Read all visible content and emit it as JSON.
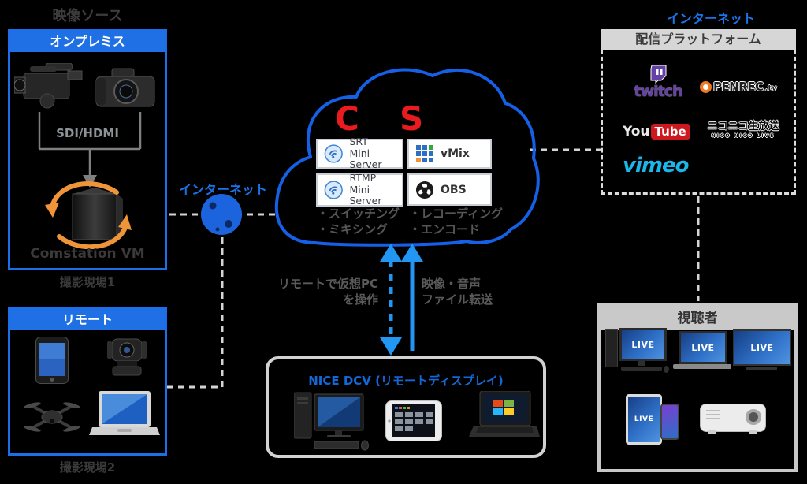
{
  "colors": {
    "accent_blue": "#1c6fe8",
    "arrow_blue": "#2196f3",
    "logo_red": "#ea1b1e",
    "sync_orange": "#f0943a",
    "vimeo_blue": "#1ab7ea",
    "twitch_purple": "#6441a4",
    "youtube_red": "#cc181e",
    "openrec_orange": "#f07a21"
  },
  "left": {
    "title": "映像ソース",
    "onprem": {
      "header": "オンプレミス",
      "cable_label": "SDI/HDMI",
      "server_label": "Comstation VM",
      "caption": "撮影現場1"
    },
    "remote": {
      "header": "リモート",
      "caption": "撮影現場2"
    },
    "internet_label": "インターネット"
  },
  "cloud": {
    "letter_c": "C",
    "letter_s": "S",
    "services": [
      {
        "line1": "SRT",
        "line2": "Mini Server"
      },
      {
        "line1": "vMix",
        "line2": ""
      },
      {
        "line1": "RTMP",
        "line2": "Mini Server"
      },
      {
        "line1": "OBS",
        "line2": ""
      }
    ],
    "functions_left": [
      "・スイッチング",
      "・ミキシング"
    ],
    "functions_right": [
      "・レコーディング",
      "・エンコード"
    ]
  },
  "connections": {
    "remote_control_line1": "リモートで仮想PC",
    "remote_control_line2": "を操作",
    "transfer_line1": "映像・音声",
    "transfer_line2": "ファイル転送"
  },
  "nice_dcv": {
    "title": "NICE DCV (リモートディスプレイ)"
  },
  "platform": {
    "internet_label": "インターネット",
    "header": "配信プラットフォーム",
    "twitch_label": "twitch",
    "openrec_label": "PENREC",
    "openrec_suffix": ".tv",
    "youtube_you": "You",
    "youtube_tube": "Tube",
    "niconico_label": "ニコニコ生放送",
    "niconico_sub": "NICO NICO LIVE",
    "vimeo_label": "vimeo"
  },
  "viewers": {
    "header": "視聴者",
    "live": "LIVE"
  }
}
